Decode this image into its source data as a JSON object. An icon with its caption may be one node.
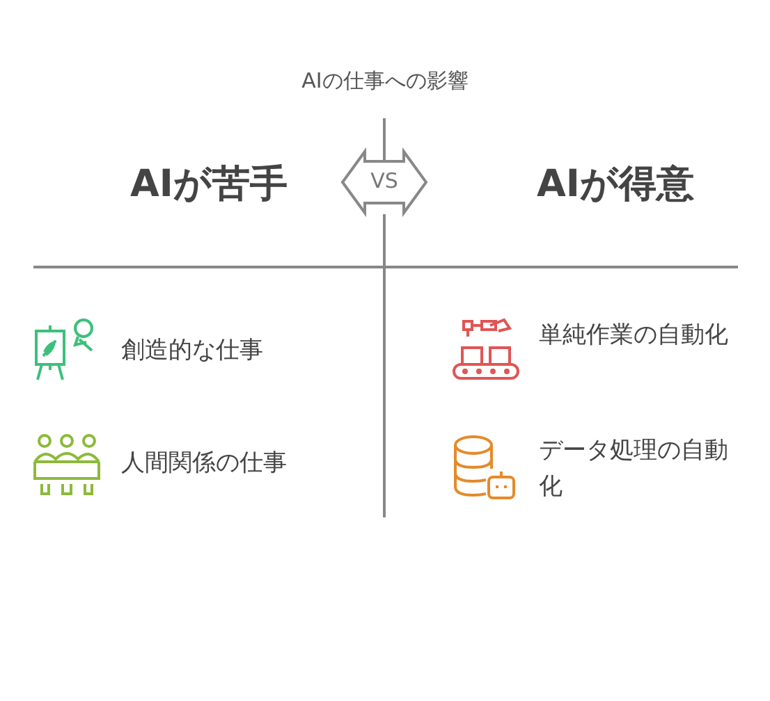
{
  "diagram": {
    "title": "AIの仕事への影響",
    "nodes": [
      {
        "text": [
          "VS"
        ]
      }
    ],
    "edges": [],
    "labels": [
      "AIが苦手",
      "AIが得意",
      "創造的な仕事",
      "単純作業の自動化",
      "人間関係の仕事",
      "データ処理の自動化"
    ]
  }
}
